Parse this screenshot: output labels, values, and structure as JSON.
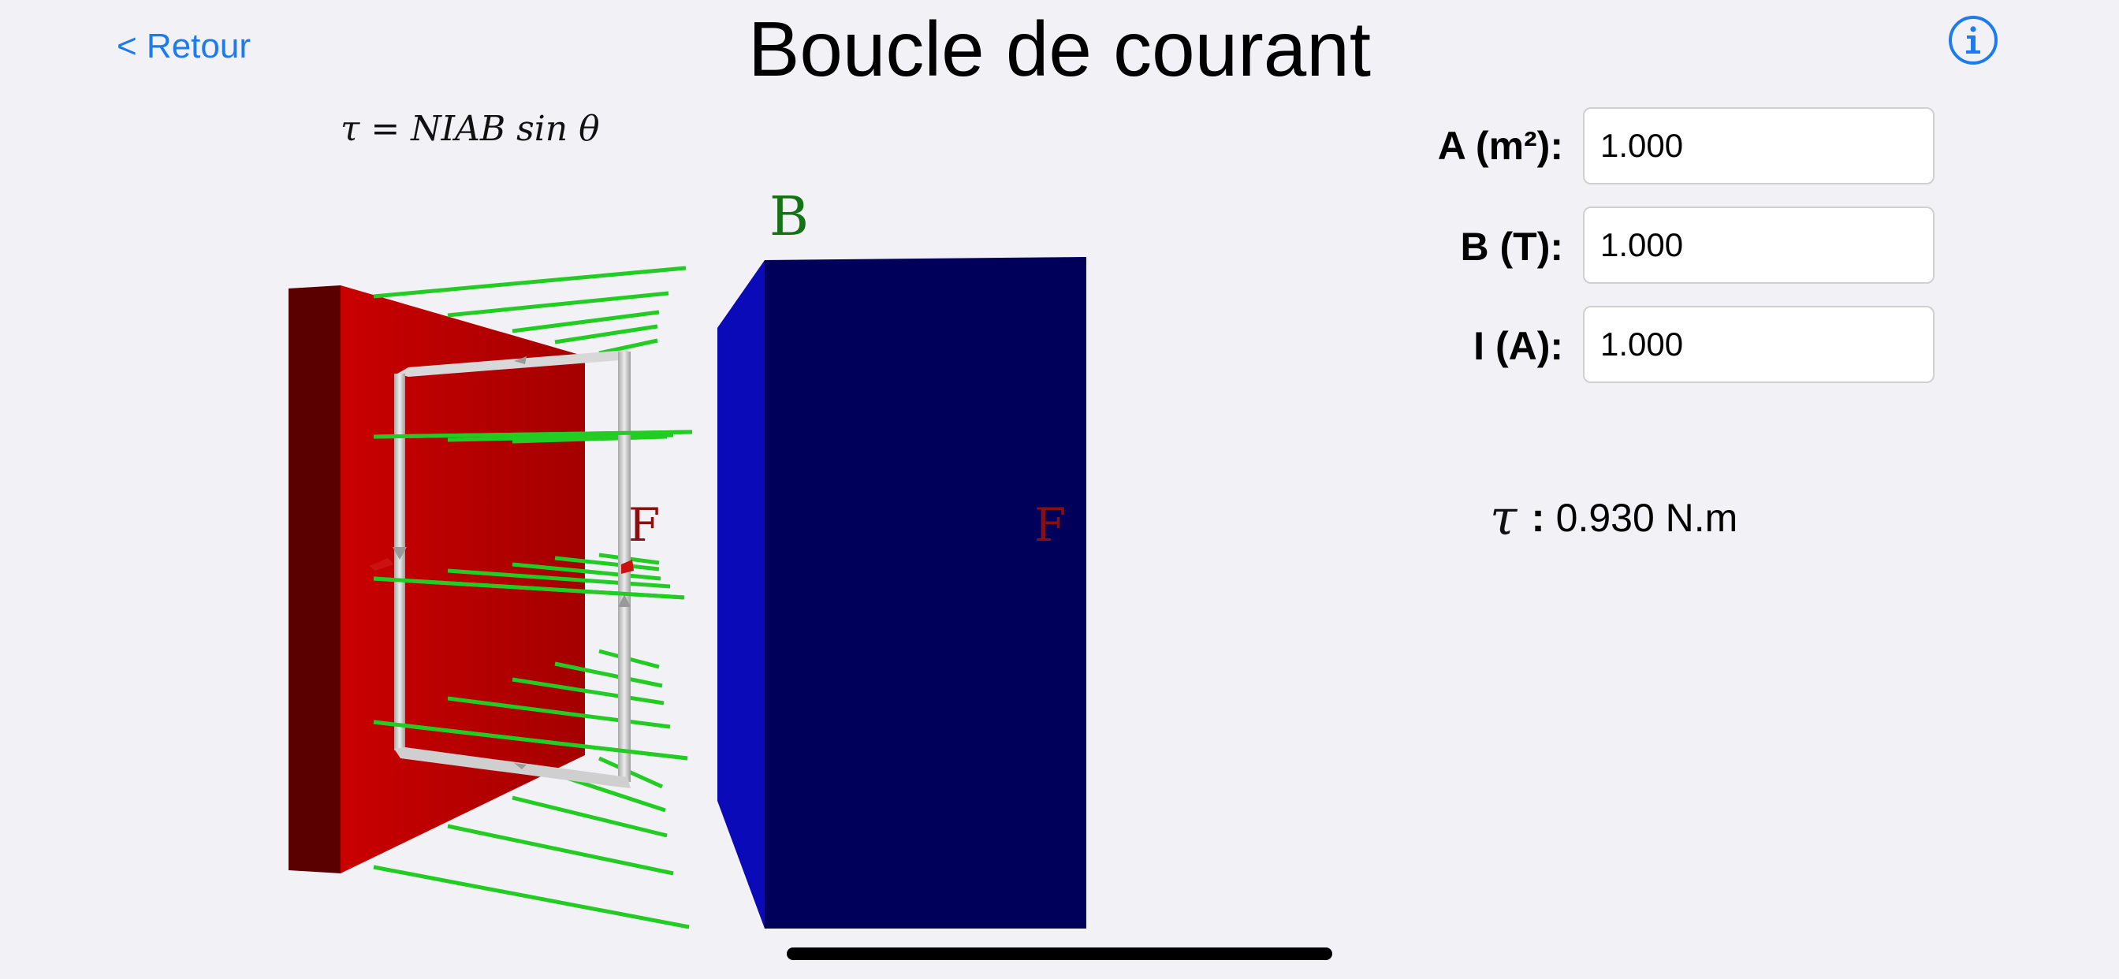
{
  "nav": {
    "back_label": "< Retour",
    "title": "Boucle de courant",
    "info_icon": "info-circle-icon"
  },
  "formula": "τ = NIAB sin θ",
  "scene": {
    "field_label": "B",
    "force_label_left": "F",
    "force_label_right": "F",
    "colors": {
      "north_pole": "#c20000",
      "south_pole": "#0a0ab8",
      "field_lines": "#22cc22",
      "loop": "#c8c8c8",
      "force": "#cc1111"
    }
  },
  "params": {
    "area": {
      "label": "A (m²):",
      "value": "1.000"
    },
    "field": {
      "label": "B (T):",
      "value": "1.000"
    },
    "current": {
      "label": "I (A):",
      "value": "1.000"
    }
  },
  "torque": {
    "symbol": "τ",
    "separator": ":",
    "value": "0.930 N.m"
  }
}
